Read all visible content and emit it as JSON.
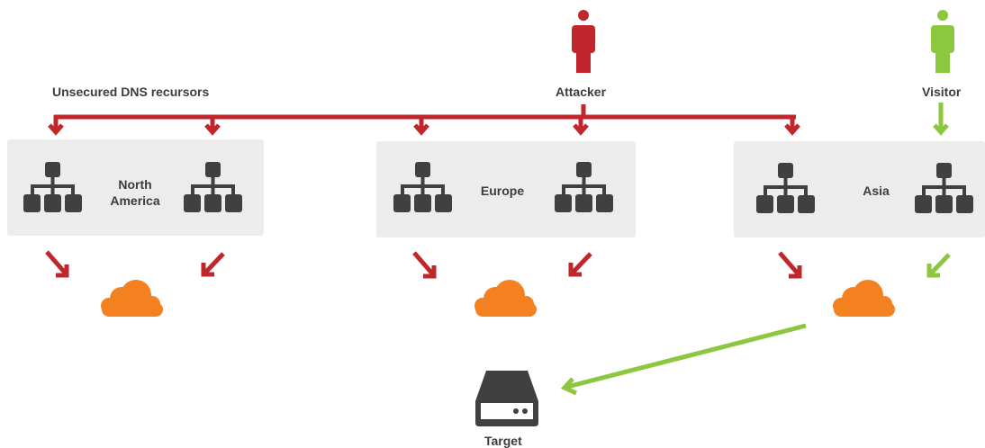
{
  "colors": {
    "attack": "#c0272d",
    "legit": "#8dc63f",
    "cloud": "#f48120",
    "panel": "#ececec",
    "icon": "#404041",
    "text": "#3c3c3c"
  },
  "labels": {
    "recursors": "Unsecured DNS recursors",
    "attacker": "Attacker",
    "visitor": "Visitor",
    "target": "Target"
  },
  "regions": [
    {
      "name_line1": "North",
      "name_line2": "America"
    },
    {
      "name_line1": "Europe",
      "name_line2": ""
    },
    {
      "name_line1": "Asia",
      "name_line2": ""
    }
  ],
  "icons": {
    "attacker": "person-icon",
    "visitor": "person-icon",
    "resolver": "network-hierarchy-icon",
    "cdn": "cloud-icon",
    "target": "server-icon"
  }
}
